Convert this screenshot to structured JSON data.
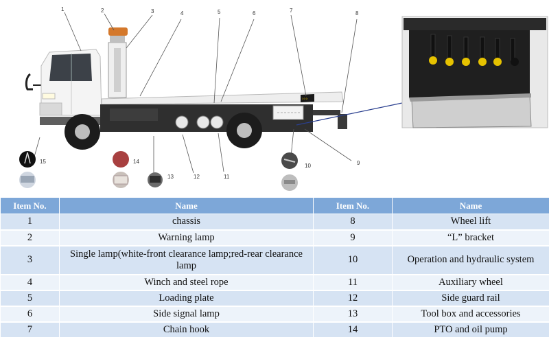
{
  "callouts": [
    "1",
    "2",
    "3",
    "4",
    "5",
    "6",
    "7",
    "8",
    "9",
    "10",
    "11",
    "12",
    "13",
    "14",
    "15"
  ],
  "table": {
    "headers": [
      "Item No.",
      "Name",
      "Item No.",
      "Name"
    ],
    "rows": [
      {
        "left_no": "1",
        "left_name": "chassis",
        "right_no": "8",
        "right_name": "Wheel lift"
      },
      {
        "left_no": "2",
        "left_name": "Warning lamp",
        "right_no": "9",
        "right_name": "“L” bracket"
      },
      {
        "left_no": "3",
        "left_name": "Single lamp(white-front clearance lamp;red-rear clearance lamp",
        "right_no": "10",
        "right_name": "Operation and hydraulic system"
      },
      {
        "left_no": "4",
        "left_name": "Winch and steel rope",
        "right_no": "11",
        "right_name": "Auxiliary wheel"
      },
      {
        "left_no": "5",
        "left_name": "Loading plate",
        "right_no": "12",
        "right_name": "Side guard rail"
      },
      {
        "left_no": "6",
        "left_name": "Side signal lamp",
        "right_no": "13",
        "right_name": "Tool box and accessories"
      },
      {
        "left_no": "7",
        "left_name": "Chain hook",
        "right_no": "14",
        "right_name": "PTO and oil pump"
      }
    ]
  },
  "colors": {
    "header_bg": "#7da7d8",
    "row_odd": "#d6e3f3",
    "row_even": "#edf3fa"
  }
}
